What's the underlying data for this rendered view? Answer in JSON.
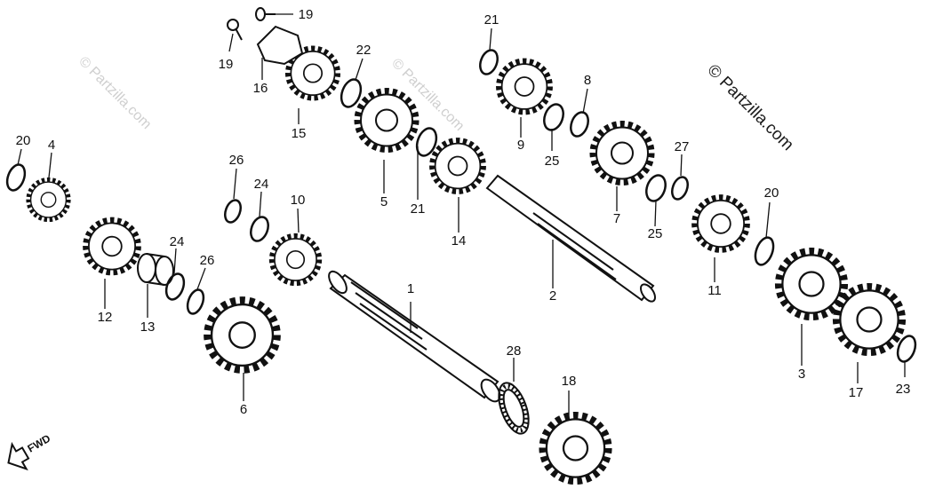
{
  "watermarks": {
    "left": "© Partzilla.com",
    "center": "© Partzilla.com",
    "right": "© Partzilla.com"
  },
  "direction_label": "FWD",
  "callouts": [
    {
      "id": "c1",
      "text": "1"
    },
    {
      "id": "c2",
      "text": "2"
    },
    {
      "id": "c3",
      "text": "3"
    },
    {
      "id": "c4",
      "text": "4"
    },
    {
      "id": "c5",
      "text": "5"
    },
    {
      "id": "c6",
      "text": "6"
    },
    {
      "id": "c7",
      "text": "7"
    },
    {
      "id": "c8",
      "text": "8"
    },
    {
      "id": "c9",
      "text": "9"
    },
    {
      "id": "c10",
      "text": "10"
    },
    {
      "id": "c11",
      "text": "11"
    },
    {
      "id": "c12",
      "text": "12"
    },
    {
      "id": "c13",
      "text": "13"
    },
    {
      "id": "c14",
      "text": "14"
    },
    {
      "id": "c15",
      "text": "15"
    },
    {
      "id": "c16",
      "text": "16"
    },
    {
      "id": "c17",
      "text": "17"
    },
    {
      "id": "c18",
      "text": "18"
    },
    {
      "id": "c19a",
      "text": "19"
    },
    {
      "id": "c19b",
      "text": "19"
    },
    {
      "id": "c20a",
      "text": "20"
    },
    {
      "id": "c20b",
      "text": "20"
    },
    {
      "id": "c21a",
      "text": "21"
    },
    {
      "id": "c21b",
      "text": "21"
    },
    {
      "id": "c22",
      "text": "22"
    },
    {
      "id": "c23",
      "text": "23"
    },
    {
      "id": "c24a",
      "text": "24"
    },
    {
      "id": "c24b",
      "text": "24"
    },
    {
      "id": "c25a",
      "text": "25"
    },
    {
      "id": "c25b",
      "text": "25"
    },
    {
      "id": "c26a",
      "text": "26"
    },
    {
      "id": "c26b",
      "text": "26"
    },
    {
      "id": "c27",
      "text": "27"
    },
    {
      "id": "c28",
      "text": "28"
    }
  ]
}
